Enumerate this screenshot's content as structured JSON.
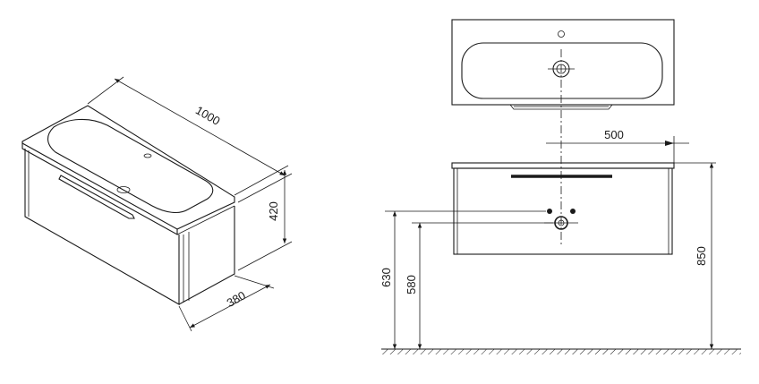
{
  "dimensions": {
    "width": "1000",
    "height": "420",
    "depth": "380",
    "half_width": "500",
    "total_height": "850",
    "drain_height": "630",
    "siphon_height": "580"
  },
  "colors": {
    "line": "#1a1a1a",
    "background": "#ffffff"
  }
}
